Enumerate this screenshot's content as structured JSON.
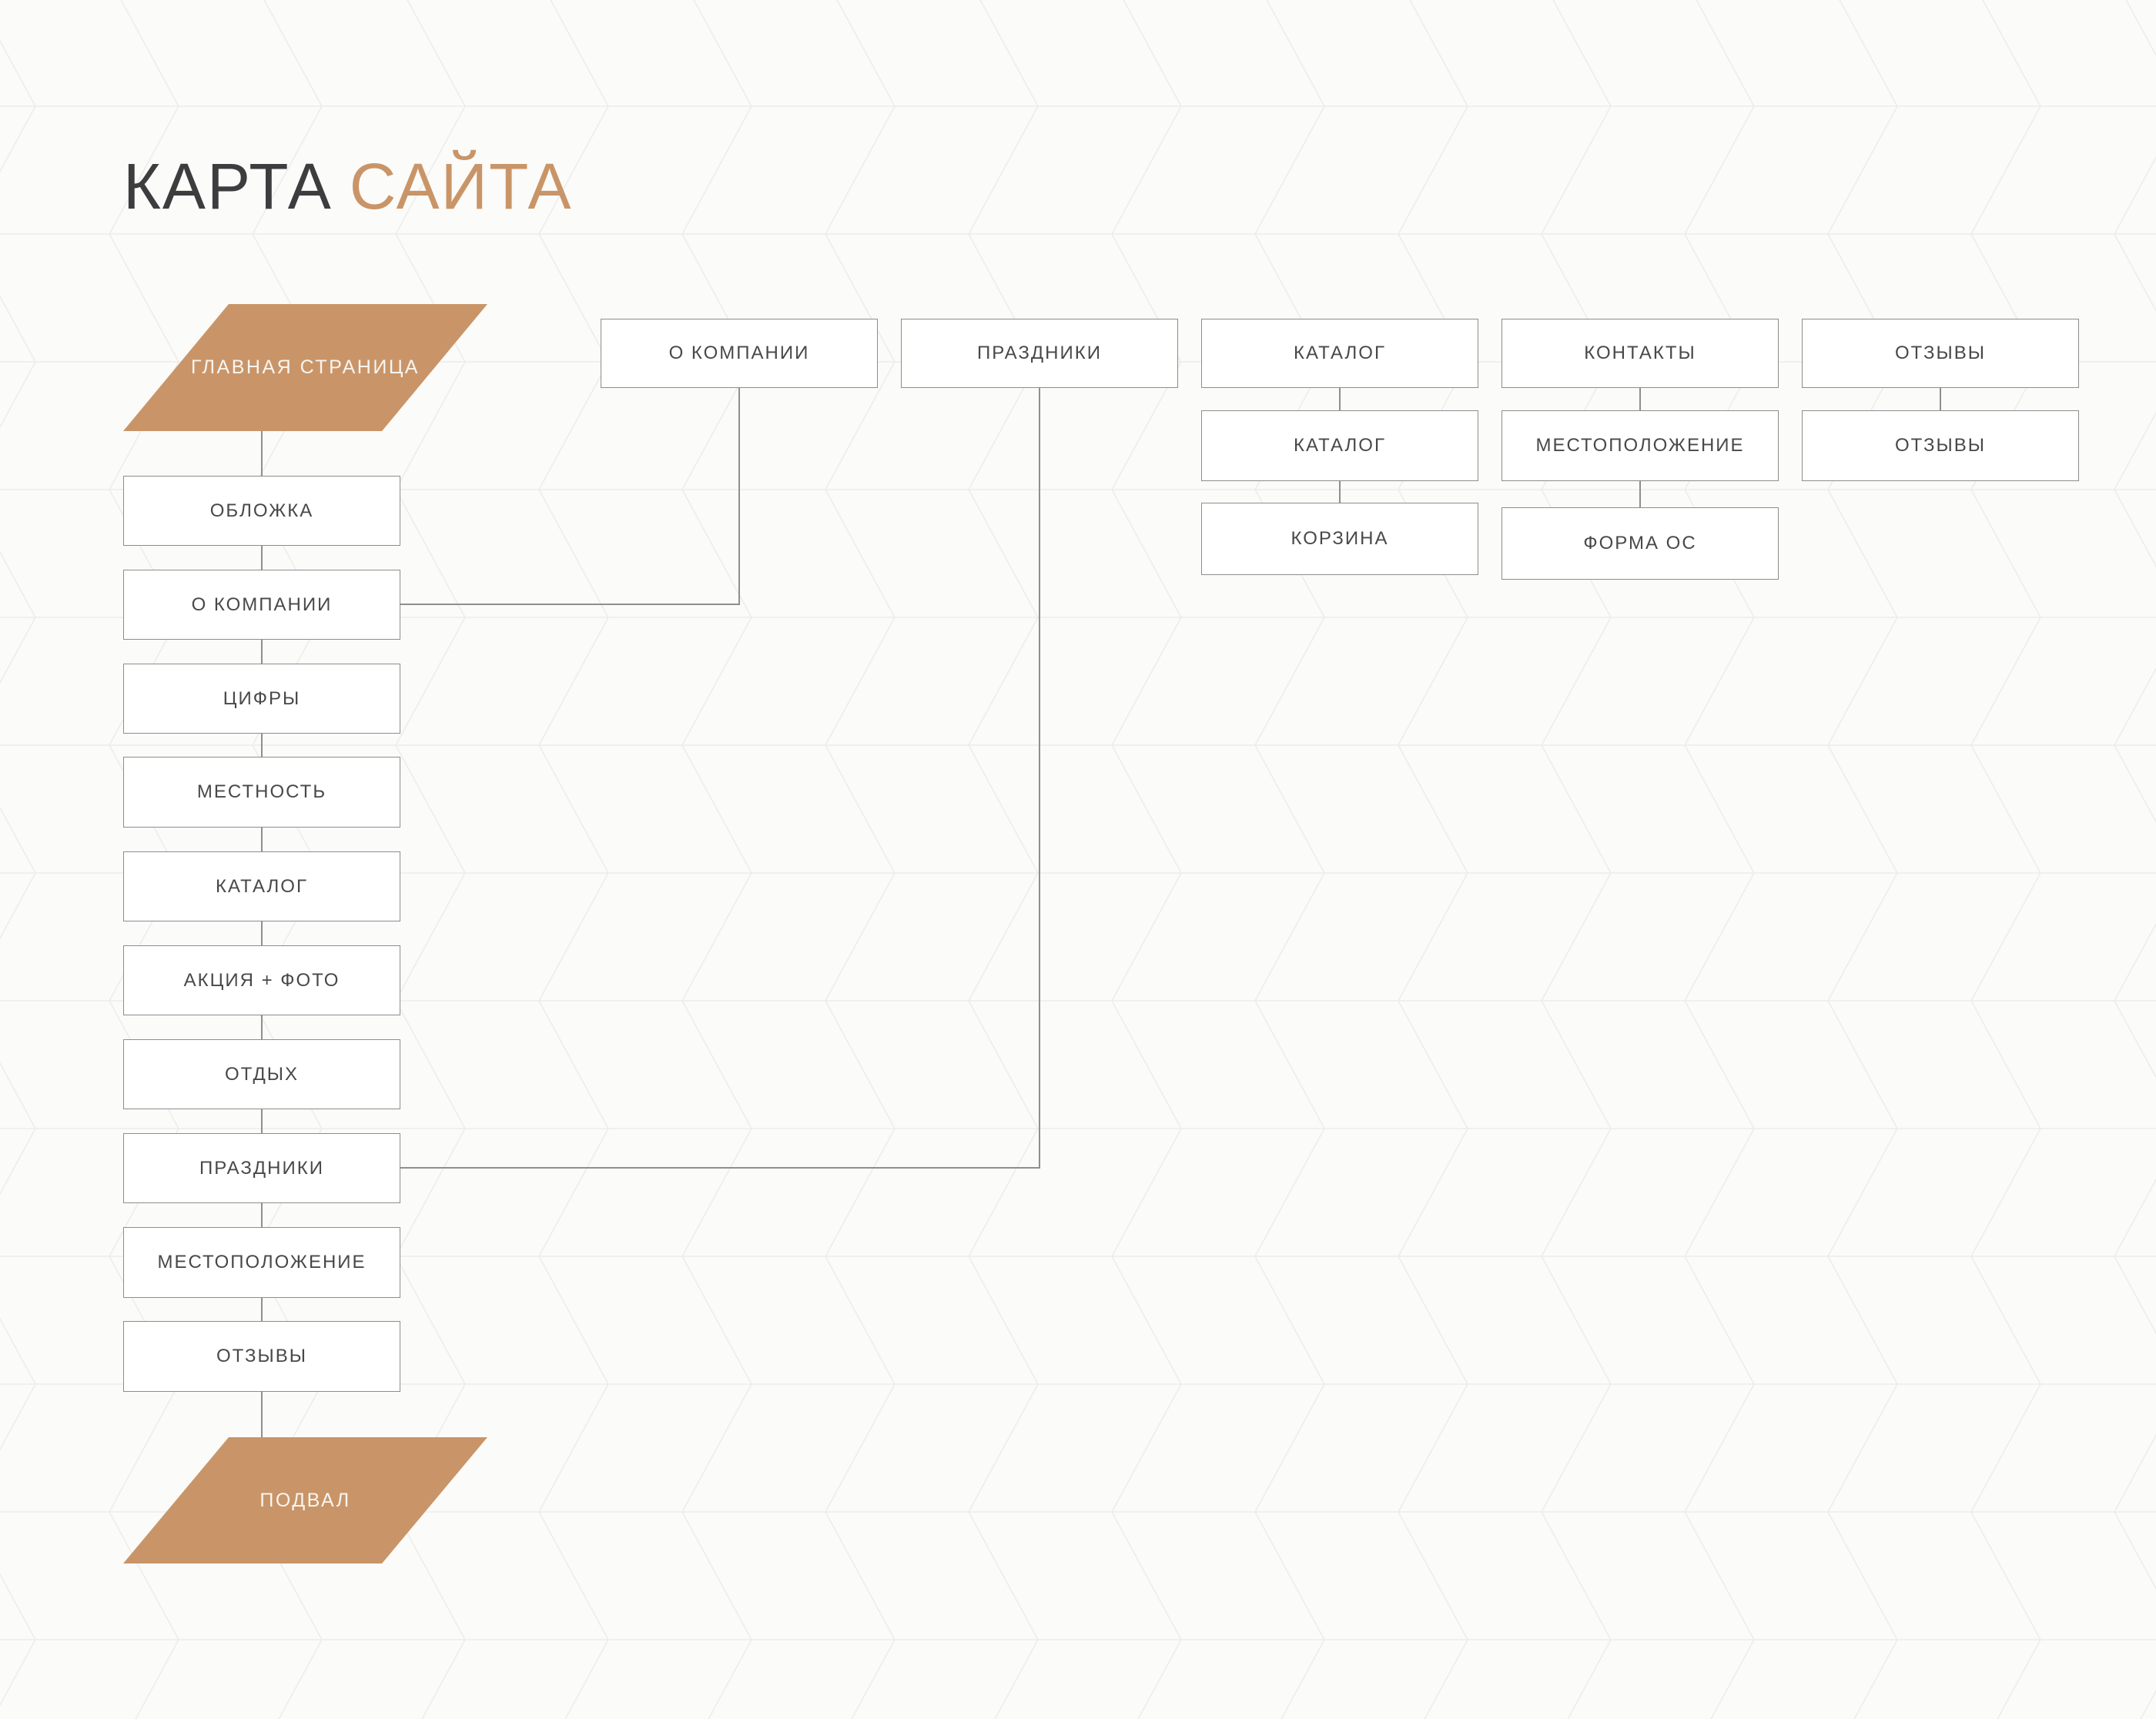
{
  "title": {
    "primary": "КАРТА",
    "accent": "САЙТА"
  },
  "colors": {
    "accent_orange": "#c99568",
    "title_dark": "#3d3d3f",
    "box_border": "#8d8d8d",
    "box_text": "#48484a",
    "connector": "#8f8f8f",
    "background": "#fbfbf9",
    "pattern_line": "#ececea",
    "parallelogram_text": "#f8f5f1"
  },
  "main_flow": {
    "entry_label": "ГЛАВНАЯ СТРАНИЦА",
    "sections": [
      "ОБЛОЖКА",
      "О КОМПАНИИ",
      "ЦИФРЫ",
      "МЕСТНОСТЬ",
      "КАТАЛОГ",
      "АКЦИЯ + ФОТО",
      "ОТДЫХ",
      "ПРАЗДНИКИ",
      "МЕСТОПОЛОЖЕНИЕ",
      "ОТЗЫВЫ"
    ],
    "exit_label": "ПОДВАЛ"
  },
  "pages": [
    {
      "label": "О КОМПАНИИ",
      "children": []
    },
    {
      "label": "ПРАЗДНИКИ",
      "children": []
    },
    {
      "label": "КАТАЛОГ",
      "children": [
        {
          "label": "КАТАЛОГ"
        },
        {
          "label": "КОРЗИНА"
        }
      ]
    },
    {
      "label": "КОНТАКТЫ",
      "children": [
        {
          "label": "МЕСТОПОЛОЖЕНИЕ"
        },
        {
          "label": "ФОРМА ОС"
        }
      ]
    },
    {
      "label": "ОТЗЫВЫ",
      "children": [
        {
          "label": "ОТЗЫВЫ"
        }
      ]
    }
  ]
}
